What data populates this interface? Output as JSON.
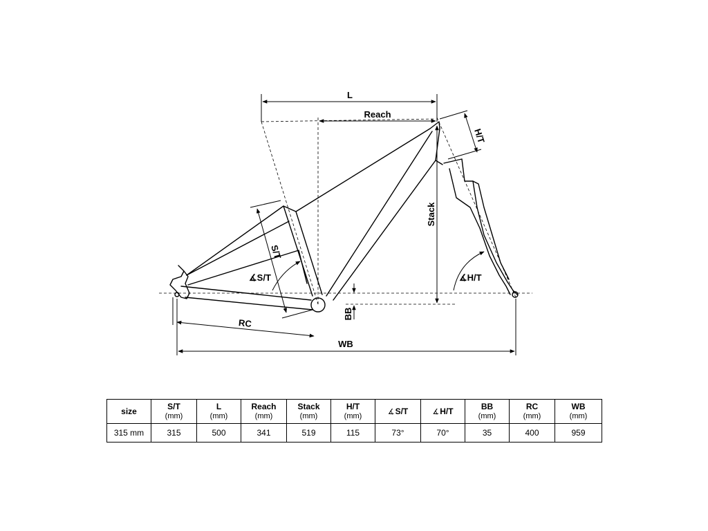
{
  "diagram": {
    "labels": {
      "L": "L",
      "Reach": "Reach",
      "HT": "H/T",
      "Stack": "Stack",
      "ST": "S/T",
      "ST_angle": "S/T",
      "HT_angle": "H/T",
      "BB": "BB",
      "RC": "RC",
      "WB": "WB"
    },
    "angle_symbol": "∡"
  },
  "table": {
    "headers": [
      {
        "label": "size",
        "unit": ""
      },
      {
        "label": "S/T",
        "unit": "(mm)"
      },
      {
        "label": "L",
        "unit": "(mm)"
      },
      {
        "label": "Reach",
        "unit": "(mm)"
      },
      {
        "label": "Stack",
        "unit": "(mm)"
      },
      {
        "label": "H/T",
        "unit": "(mm)"
      },
      {
        "label": "S/T",
        "unit": "",
        "angle": "∡"
      },
      {
        "label": "H/T",
        "unit": "",
        "angle": "∡"
      },
      {
        "label": "BB",
        "unit": "(mm)"
      },
      {
        "label": "RC",
        "unit": "(mm)"
      },
      {
        "label": "WB",
        "unit": "(mm)"
      }
    ],
    "rows": [
      [
        "315 mm",
        "315",
        "500",
        "341",
        "519",
        "115",
        "73°",
        "70°",
        "35",
        "400",
        "959"
      ]
    ]
  }
}
